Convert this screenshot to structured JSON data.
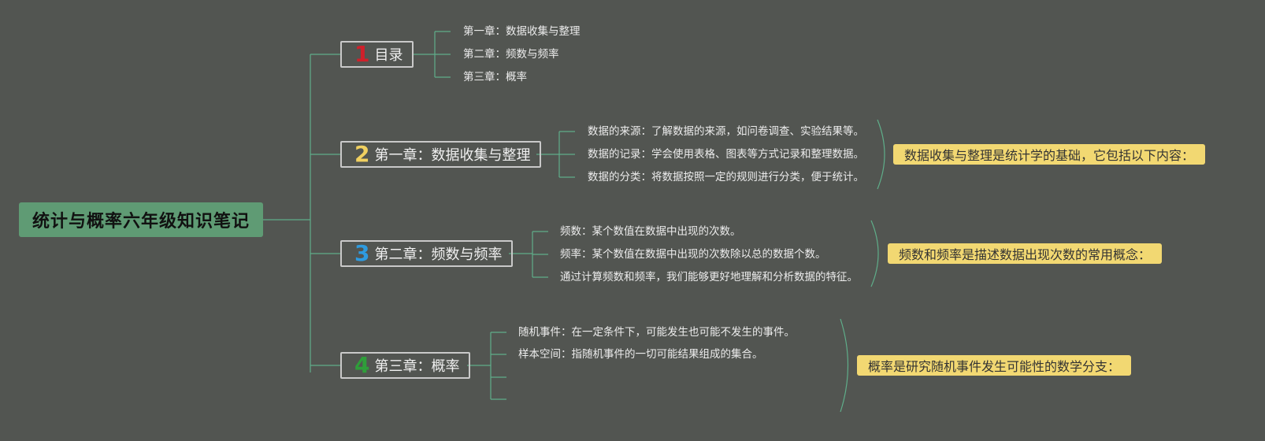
{
  "root": {
    "title": "统计与概率六年级知识笔记"
  },
  "branches": [
    {
      "num": "1",
      "num_color": "#d0202a",
      "label": "目录",
      "leaves": [
        "第一章：数据收集与整理",
        "第二章：频数与频率",
        "第三章：概率"
      ],
      "summary": ""
    },
    {
      "num": "2",
      "num_color": "#f0d060",
      "label": "第一章：数据收集与整理",
      "leaves": [
        "数据的来源：了解数据的来源，如问卷调查、实验结果等。",
        "数据的记录：学会使用表格、图表等方式记录和整理数据。",
        "数据的分类：将数据按照一定的规则进行分类，便于统计。"
      ],
      "summary": "数据收集与整理是统计学的基础，它包括以下内容："
    },
    {
      "num": "3",
      "num_color": "#2e9be0",
      "label": "第二章：频数与频率",
      "leaves": [
        "频数：某个数值在数据中出现的次数。",
        "频率：某个数值在数据中出现的次数除以总的数据个数。",
        "通过计算频数和频率，我们能够更好地理解和分析数据的特征。"
      ],
      "summary": "频数和频率是描述数据出现次数的常用概念："
    },
    {
      "num": "4",
      "num_color": "#2f9e3a",
      "label": "第三章：概率",
      "leaves": [
        "随机事件：在一定条件下，可能发生也可能不发生的事件。",
        "样本空间：指随机事件的一切可能结果组成的集合。"
      ],
      "summary": "概率是研究随机事件发生可能性的数学分支："
    }
  ],
  "colors": {
    "background": "#525551",
    "root": "#5f9b74",
    "line": "#5fae8a",
    "summary": "#f2d872",
    "branch_border": "#c9c9c9"
  }
}
